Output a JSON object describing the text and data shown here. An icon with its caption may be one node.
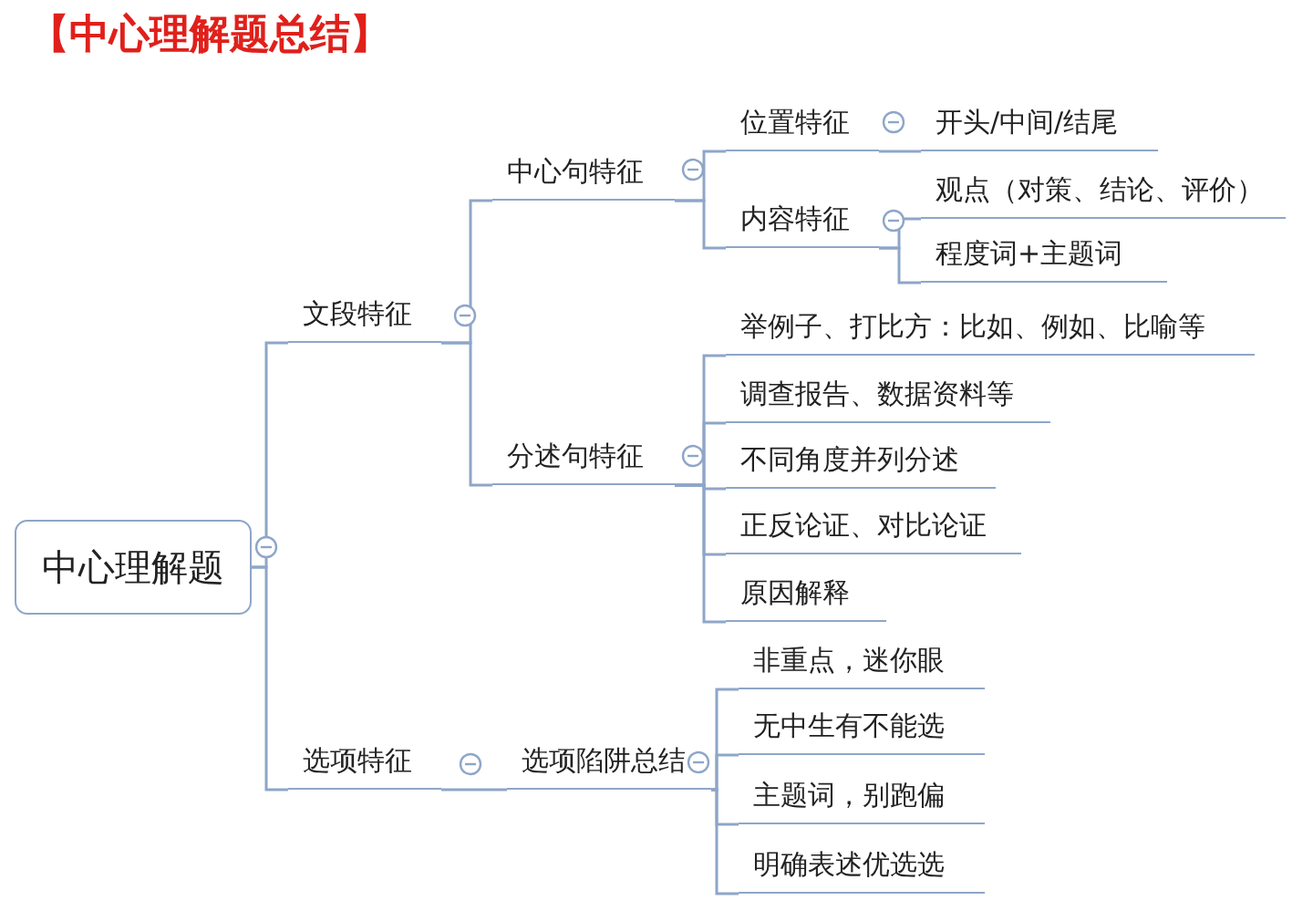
{
  "diagram": {
    "title": "【中心理解题总结】",
    "nodes": [
      {
        "text": [
          "中心理解题"
        ]
      },
      {
        "text": [
          "文段特征"
        ]
      },
      {
        "text": [
          "中心句特征"
        ]
      },
      {
        "text": [
          "位置特征"
        ]
      },
      {
        "text": [
          "开头/中间/结尾"
        ]
      },
      {
        "text": [
          "内容特征"
        ]
      },
      {
        "text": [
          "观点（对策、结论、评价）"
        ]
      },
      {
        "text": [
          "程度词+主题词"
        ]
      },
      {
        "text": [
          "分述句特征"
        ]
      },
      {
        "text": [
          "举例子、打比方：比如、例如、比喻等"
        ]
      },
      {
        "text": [
          "调查报告、数据资料等"
        ]
      },
      {
        "text": [
          "不同角度并列分述"
        ]
      },
      {
        "text": [
          "正反论证、对比论证"
        ]
      },
      {
        "text": [
          "原因解释"
        ]
      },
      {
        "text": [
          "选项特征"
        ]
      },
      {
        "text": [
          "选项陷阱总结"
        ]
      },
      {
        "text": [
          "非重点，迷你眼"
        ]
      },
      {
        "text": [
          "无中生有不能选"
        ]
      },
      {
        "text": [
          "主题词，别跑偏"
        ]
      },
      {
        "text": [
          "明确表述优选选"
        ]
      }
    ],
    "edges": [
      {
        "from": 0,
        "to": 1,
        "arrow": "none"
      },
      {
        "from": 0,
        "to": 14,
        "arrow": "none"
      },
      {
        "from": 1,
        "to": 2,
        "arrow": "none"
      },
      {
        "from": 1,
        "to": 8,
        "arrow": "none"
      },
      {
        "from": 2,
        "to": 3,
        "arrow": "none"
      },
      {
        "from": 2,
        "to": 5,
        "arrow": "none"
      },
      {
        "from": 3,
        "to": 4,
        "arrow": "none"
      },
      {
        "from": 5,
        "to": 6,
        "arrow": "none"
      },
      {
        "from": 5,
        "to": 7,
        "arrow": "none"
      },
      {
        "from": 8,
        "to": 9,
        "arrow": "none"
      },
      {
        "from": 8,
        "to": 10,
        "arrow": "none"
      },
      {
        "from": 8,
        "to": 11,
        "arrow": "none"
      },
      {
        "from": 8,
        "to": 12,
        "arrow": "none"
      },
      {
        "from": 8,
        "to": 13,
        "arrow": "none"
      },
      {
        "from": 14,
        "to": 15,
        "arrow": "none"
      },
      {
        "from": 15,
        "to": 16,
        "arrow": "none"
      },
      {
        "from": 15,
        "to": 17,
        "arrow": "none"
      },
      {
        "from": 15,
        "to": 18,
        "arrow": "none"
      },
      {
        "from": 15,
        "to": 19,
        "arrow": "none"
      }
    ]
  }
}
